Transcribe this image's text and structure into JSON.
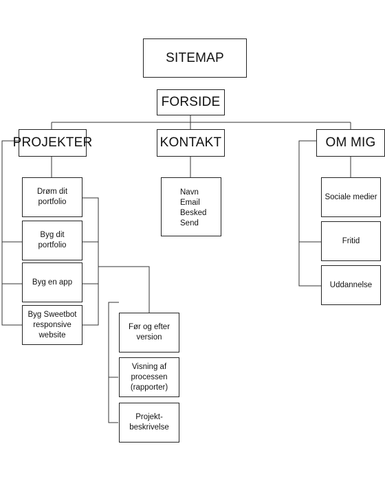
{
  "title": "SITEMAP",
  "root": "FORSIDE",
  "sections": {
    "projekter": {
      "label": "PROJEKTER",
      "children": [
        "Drøm dit\nportfolio",
        "Byg dit\nportfolio",
        "Byg en app",
        "Byg Sweetbot\nresponsive\nwebsite"
      ],
      "sub_children": [
        "Før og efter\nversion",
        "Visning af\nprocessen\n(rapporter)",
        "Projekt-\nbeskrivelse"
      ]
    },
    "kontakt": {
      "label": "KONTAKT",
      "fields": "Navn\nEmail\nBesked\nSend"
    },
    "om_mig": {
      "label": "OM MIG",
      "children": [
        "Sociale medier",
        "Fritid",
        "Uddannelse"
      ]
    }
  }
}
